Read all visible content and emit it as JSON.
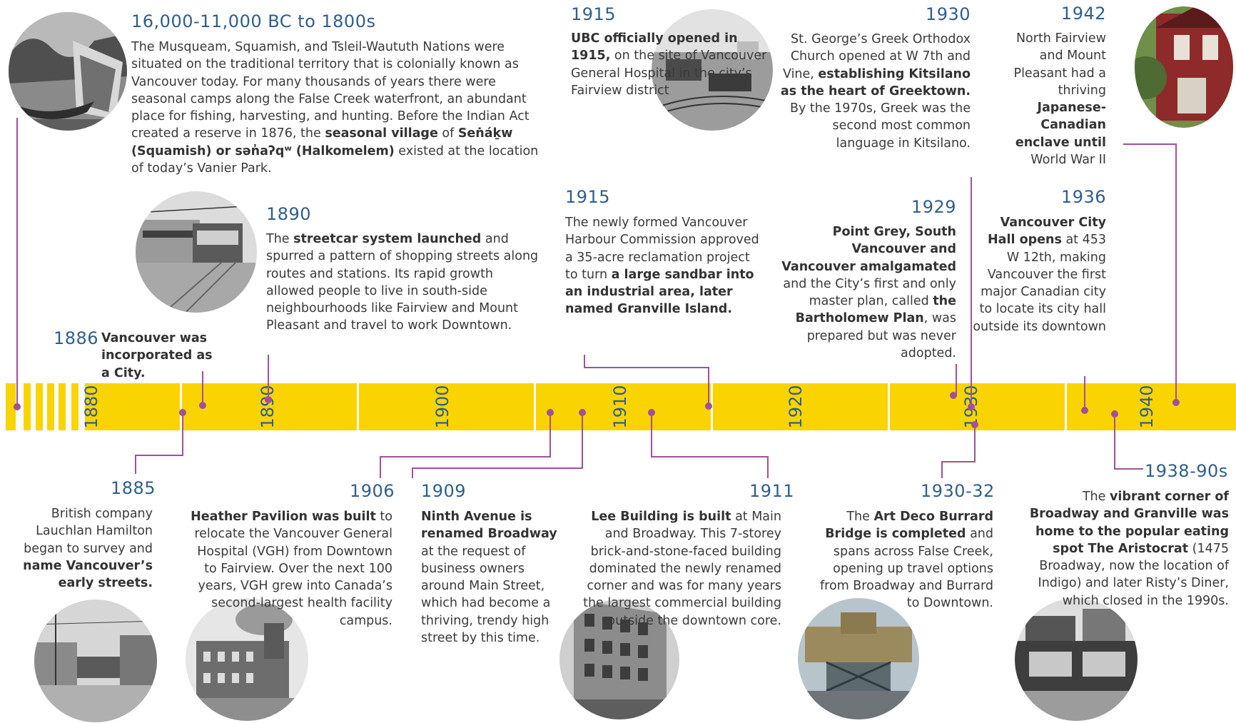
{
  "colors": {
    "bar": "#f9d400",
    "connector": "#a2509a",
    "year": "#2f5e8e",
    "text": "#3a3a3a"
  },
  "axis": {
    "ticks": [
      "1880",
      "1890",
      "1900",
      "1910",
      "1920",
      "1930",
      "1940"
    ]
  },
  "events": {
    "e_precontact": {
      "year": "16,000-11,000 BC to 1800s",
      "p1": "The Musqueam, Squamish, and Tsleil-Waututh Nations were situated on the traditional territory that is colonially known as Vancouver today. For many thousands of years there were seasonal camps along the False Creek waterfront, an abundant place for fishing, harvesting, and hunting. Before the Indian Act created a reserve in 1876, the ",
      "b1": "seasonal village",
      "p2": " of ",
      "b2": "Seṅáḵw (Squamish) or sən̓aʔqʷ (Halkomelem)",
      "p3": " existed at the location of today’s Vanier Park."
    },
    "e1890": {
      "year": "1890",
      "p1": "The ",
      "b1": "streetcar system launched",
      "p2": " and spurred a pattern of shopping streets along routes and stations. Its rapid growth allowed people to live in south-side neighbourhoods like Fairview and Mount Pleasant and travel to work Downtown."
    },
    "e1886": {
      "year": "1886",
      "b1": "Vancouver was incorporated as a City."
    },
    "e1915ubc": {
      "year": "1915",
      "b1": "UBC officially opened in 1915,",
      "p1": " on the site of Vancouver General Hospital in the city’s Fairview district"
    },
    "e1915harbour": {
      "year": "1915",
      "p1": "The newly formed Vancouver Harbour Commission approved a 35-acre reclamation project to turn ",
      "b1": "a large sandbar into an industrial area, later named Granville Island."
    },
    "e1930": {
      "year": "1930",
      "p1": "St. George’s Greek Orthodox Church opened at W 7th and Vine, ",
      "b1": "establishing Kitsilano as the heart of Greektown.",
      "p2": " By the 1970s, Greek was the second most common language in Kitsilano."
    },
    "e1929": {
      "year": "1929",
      "b1": "Point Grey, South Vancouver and Vancouver amalgamated",
      "p1": " and the City’s first and only master plan, called ",
      "b2": "the Bartholomew Plan",
      "p2": ", was prepared but was never adopted."
    },
    "e1942": {
      "year": "1942",
      "p1": "North Fairview and Mount Pleasant had a thriving ",
      "b1": "Japanese-Canadian enclave until",
      "p2": " World War II"
    },
    "e1936": {
      "year": "1936",
      "b1": "Vancouver City Hall opens",
      "p1": " at 453 W 12th, making Vancouver the first major Canadian city to locate its city hall outside its downtown"
    },
    "e1885": {
      "year": "1885",
      "p1": "British company Lauchlan Hamilton began to survey and ",
      "b1": "name Vancouver’s early streets."
    },
    "e1906": {
      "year": "1906",
      "b1": "Heather Pavilion was built",
      "p1": " to relocate the Vancouver General Hospital (VGH) from Downtown to Fairview. Over the next 100 years, VGH grew into Canada’s second-largest health facility campus."
    },
    "e1909": {
      "year": "1909",
      "b1": "Ninth Avenue is renamed Broadway",
      "p1": " at the request of business owners around Main Street, which had become a thriving, trendy high street by this time."
    },
    "e1911": {
      "year": "1911",
      "b1": "Lee Building is built",
      "p1": " at Main and Broadway. This 7-storey brick-and-stone-faced building dominated the newly renamed corner and was for many years the largest commercial building outside the downtown core."
    },
    "e1930_32": {
      "year": "1930-32",
      "p1": "The ",
      "b1": "Art Deco Burrard Bridge is completed",
      "p2": " and spans across False Creek, opening up travel options from Broadway and Burrard to Downtown."
    },
    "e1938_90": {
      "year": "1938-90s",
      "p1": "The ",
      "b1": "vibrant corner of Broadway and Granville was home to the popular eating spot The Aristocrat",
      "p2": " (1475 Broadway, now the location of Indigo) and later Risty’s Diner, which closed in the 1990s."
    }
  },
  "photos": [
    "canoe-shelter-photo",
    "streetcar-photo",
    "ubc-campus-photo",
    "church-photo",
    "japanese-house-photo",
    "early-street-photo",
    "heather-pavilion-photo",
    "lee-building-photo",
    "burrard-bridge-photo",
    "aristocrat-photo"
  ]
}
